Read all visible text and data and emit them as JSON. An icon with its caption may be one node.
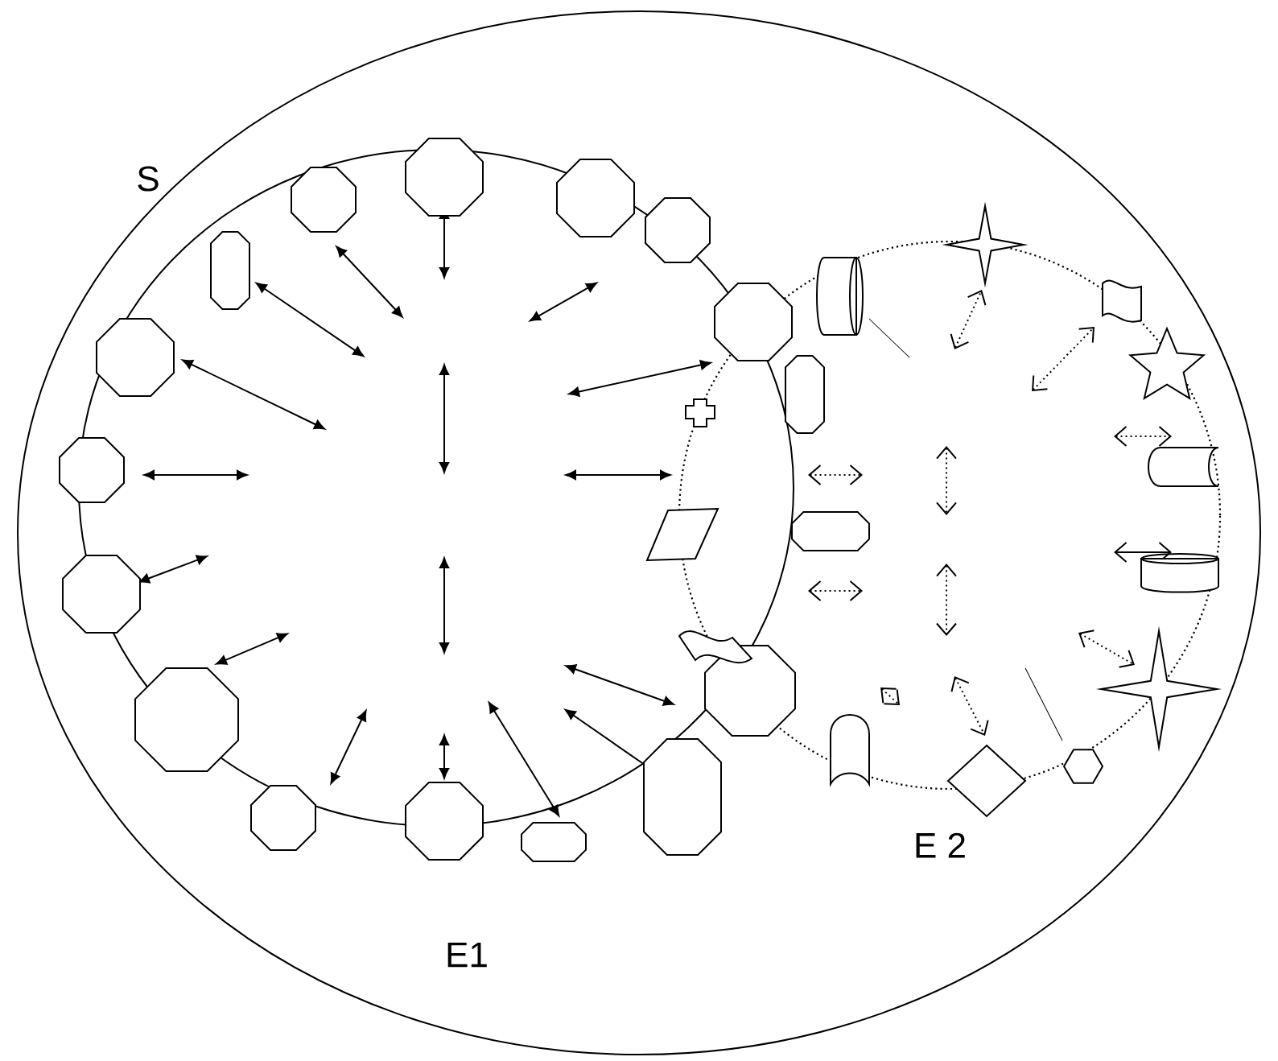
{
  "diagram": {
    "labels": [
      "S",
      "E1",
      "E 2"
    ]
  }
}
